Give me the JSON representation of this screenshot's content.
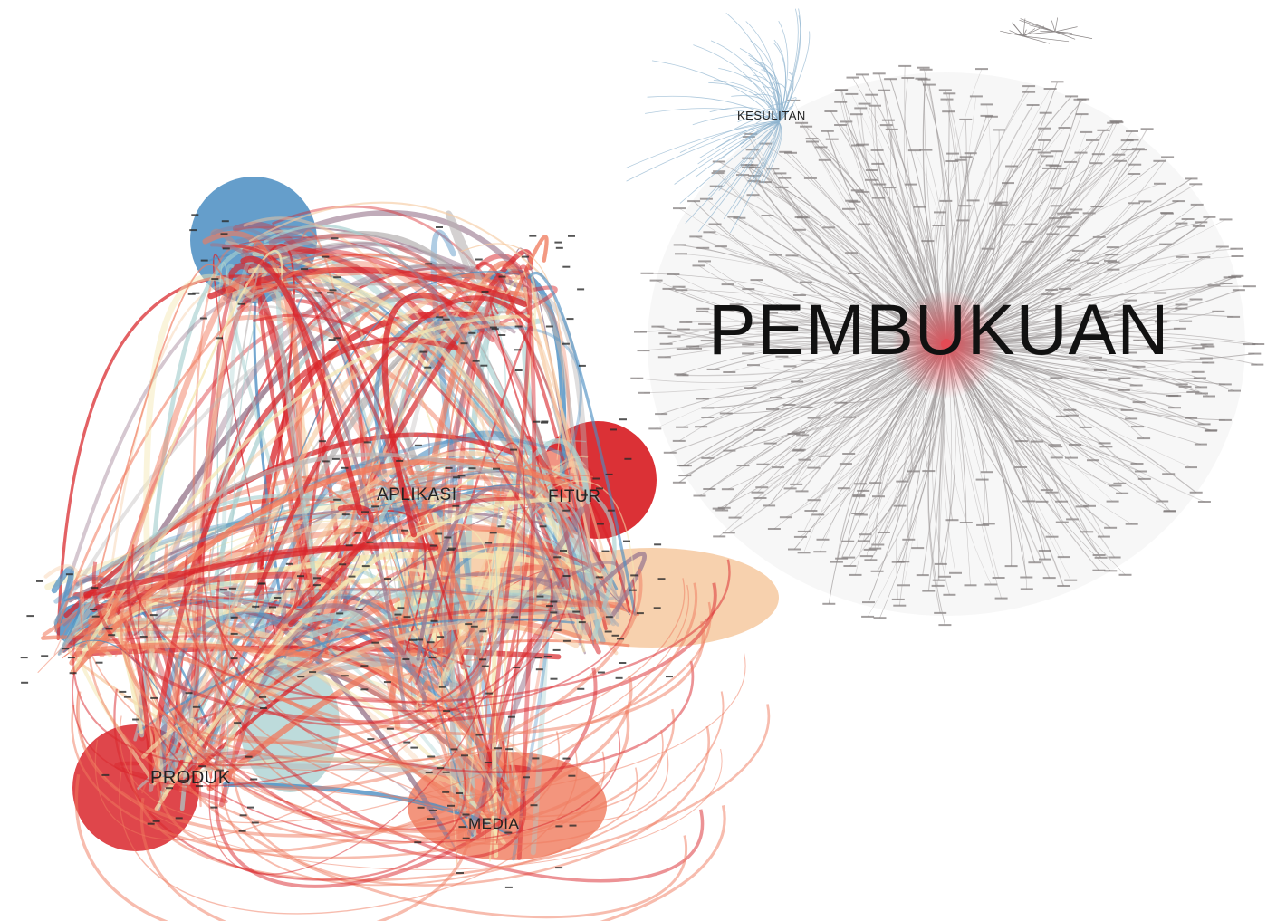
{
  "figure": {
    "left_network": {
      "hub_labels": {
        "fitur": "FITUR",
        "aplikasi": "APLIKASI",
        "produk": "PRODUK",
        "media": "MEDIA"
      },
      "colors": {
        "red": "#d9262b",
        "salmon": "#f07a5d",
        "peach": "#f6c9a0",
        "cream": "#f4e7b2",
        "light_teal": "#a7cfcf",
        "blue": "#4a8dc2",
        "mauve": "#9b7a90",
        "grey": "#b7b2b2"
      }
    },
    "right_network": {
      "hub_labels": {
        "pembukuan": "PEMBUKUAN",
        "kesulitan": "KESULITAN"
      },
      "colors": {
        "edge_grey": "#9d9898",
        "center_red": "#e34b55",
        "edge_blue": "#8fb4cf"
      }
    }
  }
}
